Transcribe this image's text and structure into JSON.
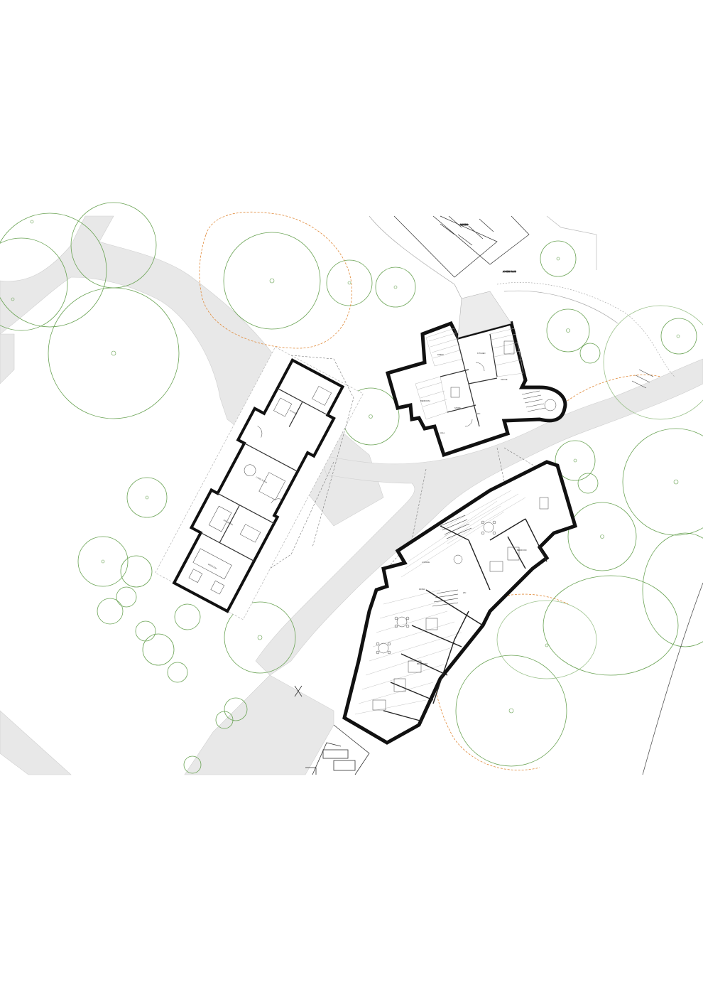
{
  "drawing": {
    "type": "site-plan",
    "room_labels": {
      "b1_bedroom": "BEDROOM",
      "b1_living": "LIVING ROOM",
      "b1_kitchen": "KITCHEN",
      "b1_bath": "BATHROOM",
      "b2_dining": "DINING",
      "b2_kitchen": "KITCHEN",
      "b2_office": "OFFICE",
      "b2_bedroom": "BEDROOM",
      "b2_store": "STORE",
      "b2_wc": "WC",
      "b2_hall": "HALL",
      "b3_lounge": "LOUNGE",
      "b3_dining": "DINING",
      "b3_wc": "WC",
      "b3_bedroom": "BEDROOM",
      "b3_bath": "BATHROOM"
    },
    "site_labels": {
      "parking": "PARKING",
      "access": "ACCESS ROAD"
    },
    "colors": {
      "tree_green": "#5a9a45",
      "canopy_orange": "#e08a3a",
      "path_grey": "#e7e7e7",
      "wall_black": "#111111"
    }
  }
}
